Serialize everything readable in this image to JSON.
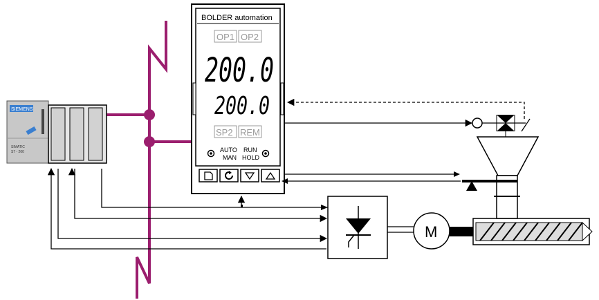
{
  "controller": {
    "brand": "BOLDER automation",
    "op1": "OP1",
    "op2": "OP2",
    "pv": "200.0",
    "sp": "200.0",
    "sp2": "SP2",
    "rem": "REM",
    "auto": "AUTO",
    "man": "MAN",
    "run": "RUN",
    "hold": "HOLD"
  },
  "plc": {
    "brand": "SIEMENS",
    "model_line1": "SIMATIC",
    "model_line2": "S7 - 200"
  },
  "motor": {
    "label": "M"
  },
  "colors": {
    "bus": "#9b1e6e",
    "plc_body": "#c8c8c8",
    "plc_blue": "#3a7fd0",
    "display_grey": "#9a9a9a"
  }
}
